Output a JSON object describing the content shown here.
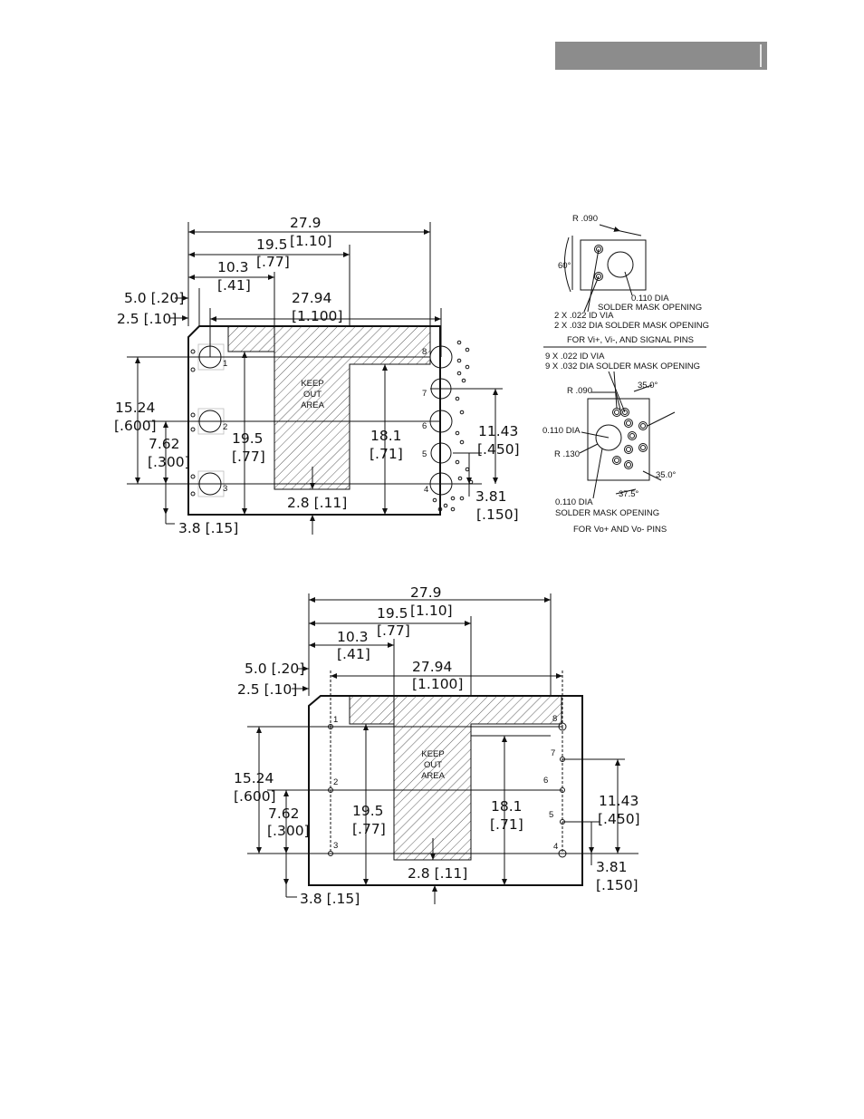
{
  "header": {
    "bar_color": "#8c8c8c"
  },
  "top_drawing": {
    "dims": {
      "overall": [
        "27.9",
        "[1.10]"
      ],
      "ko_right": [
        "19.5",
        "[.77]"
      ],
      "ko_left": [
        "10.3",
        "[.41]"
      ],
      "pin_span": [
        "27.94",
        "[1.100]"
      ],
      "edge_a": "5.0 [.20]",
      "edge_b": "2.5 [.10]",
      "left_span": [
        "15.24",
        "[.600]"
      ],
      "left_mid": [
        "7.62",
        "[.300]"
      ],
      "ko_height": [
        "19.5",
        "[.77]"
      ],
      "right_height": [
        "18.1",
        "[.71]"
      ],
      "right_span": [
        "11.43",
        "[.450]"
      ],
      "right_low": [
        "3.81",
        "[.150]"
      ],
      "ko_bottom": "2.8 [.11]",
      "left_bottom": "3.8 [.15]"
    },
    "keep_out": [
      "KEEP",
      "OUT",
      "AREA"
    ],
    "pins": [
      "1",
      "2",
      "3",
      "4",
      "5",
      "6",
      "7",
      "8"
    ]
  },
  "detail_a": {
    "r": "R .090",
    "angle": "60°",
    "dia": "0.110 DIA",
    "dia_mask": "SOLDER MASK OPENING",
    "via_1": "2 X .022 ID VIA",
    "via_2": "2 X .032 DIA SOLDER MASK OPENING",
    "caption": "FOR Vi+, Vi-, AND SIGNAL PINS"
  },
  "detail_b": {
    "via_1": "9 X .022 ID VIA",
    "via_2": "9 X .032 DIA SOLDER MASK OPENING",
    "r1": "R .090",
    "ang1": "35.0°",
    "dia1": "0.110 DIA",
    "r2": "R .130",
    "ang2": "35.0°",
    "ang3": "37.5°",
    "dia2": "0.110 DIA",
    "dia2_mask": "SOLDER MASK OPENING",
    "caption": "FOR Vo+ AND Vo- PINS"
  },
  "bottom_drawing": {
    "dims": {
      "overall": [
        "27.9",
        "[1.10]"
      ],
      "ko_right": [
        "19.5",
        "[.77]"
      ],
      "ko_left": [
        "10.3",
        "[.41]"
      ],
      "pin_span": [
        "27.94",
        "[1.100]"
      ],
      "edge_a": "5.0 [.20]",
      "edge_b": "2.5 [.10]",
      "left_span": [
        "15.24",
        "[.600]"
      ],
      "left_mid": [
        "7.62",
        "[.300]"
      ],
      "ko_height": [
        "19.5",
        "[.77]"
      ],
      "right_height": [
        "18.1",
        "[.71]"
      ],
      "right_span": [
        "11.43",
        "[.450]"
      ],
      "right_low": [
        "3.81",
        "[.150]"
      ],
      "ko_bottom": "2.8 [.11]",
      "left_bottom": "3.8 [.15]"
    },
    "keep_out": [
      "KEEP",
      "OUT",
      "AREA"
    ],
    "pins": [
      "1",
      "2",
      "3",
      "4",
      "5",
      "6",
      "7",
      "8"
    ]
  }
}
